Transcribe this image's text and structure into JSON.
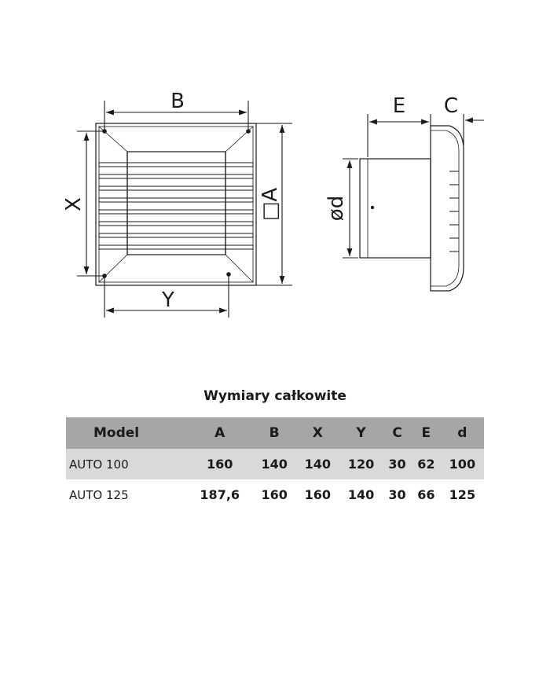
{
  "diagram": {
    "labels": {
      "b": "B",
      "x": "X",
      "a": "□A",
      "y": "Y",
      "e": "E",
      "c": "C",
      "d": "ød"
    }
  },
  "table": {
    "title": "Wymiary całkowite",
    "headers": [
      "Model",
      "A",
      "B",
      "X",
      "Y",
      "C",
      "E",
      "d"
    ],
    "rows": [
      [
        "AUTO 100",
        "160",
        "140",
        "140",
        "120",
        "30",
        "62",
        "100"
      ],
      [
        "AUTO 125",
        "187,6",
        "160",
        "160",
        "140",
        "30",
        "66",
        "125"
      ]
    ]
  }
}
